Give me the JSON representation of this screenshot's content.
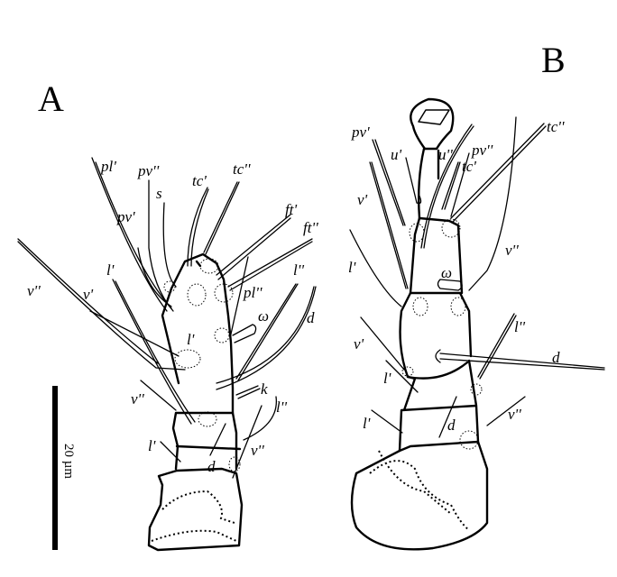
{
  "panel_a": {
    "letter": "A",
    "labels": [
      "pl'",
      "pv''",
      "s",
      "pv'",
      "tc'",
      "tc''",
      "ft'",
      "ft''",
      "v''",
      "v'",
      "l'",
      "pl''",
      "ω",
      "l''",
      "d",
      "l'",
      "k",
      "v''",
      "l''",
      "l'",
      "d",
      "v''"
    ]
  },
  "panel_b": {
    "letter": "B",
    "labels": [
      "pv'",
      "u'",
      "u''",
      "tc'",
      "pv''",
      "tc''",
      "v'",
      "l'",
      "v''",
      "ω",
      "l''",
      "v'",
      "d",
      "l'",
      "l'",
      "d",
      "v''"
    ]
  },
  "scale_bar": {
    "label": "20 µm"
  }
}
